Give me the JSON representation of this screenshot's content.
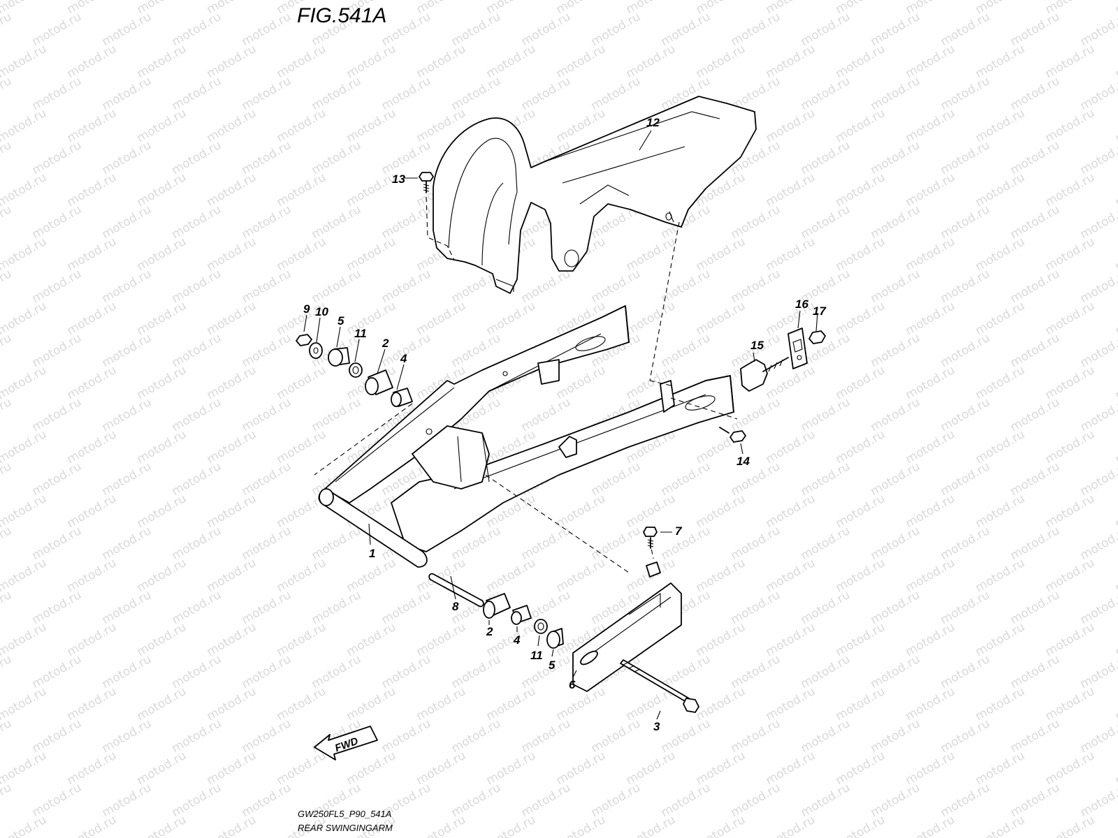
{
  "figure": {
    "title": "FIG.541A",
    "model_code": "GW250FL5_P90_541A",
    "caption": "REAR SWINGINGARM"
  },
  "watermark": {
    "text": "motod.ru",
    "color": "#d9d9d9"
  },
  "direction_arrow": {
    "label": "FWD"
  },
  "callouts": [
    {
      "id": "1",
      "label": "1"
    },
    {
      "id": "2a",
      "label": "2"
    },
    {
      "id": "2b",
      "label": "2"
    },
    {
      "id": "3",
      "label": "3"
    },
    {
      "id": "4a",
      "label": "4"
    },
    {
      "id": "4b",
      "label": "4"
    },
    {
      "id": "5a",
      "label": "5"
    },
    {
      "id": "5b",
      "label": "5"
    },
    {
      "id": "6",
      "label": "6"
    },
    {
      "id": "7",
      "label": "7"
    },
    {
      "id": "8",
      "label": "8"
    },
    {
      "id": "9",
      "label": "9"
    },
    {
      "id": "10",
      "label": "10"
    },
    {
      "id": "11a",
      "label": "11"
    },
    {
      "id": "11b",
      "label": "11"
    },
    {
      "id": "12",
      "label": "12"
    },
    {
      "id": "13",
      "label": "13"
    },
    {
      "id": "14",
      "label": "14"
    },
    {
      "id": "15",
      "label": "15"
    },
    {
      "id": "16",
      "label": "16"
    },
    {
      "id": "17",
      "label": "17"
    }
  ]
}
